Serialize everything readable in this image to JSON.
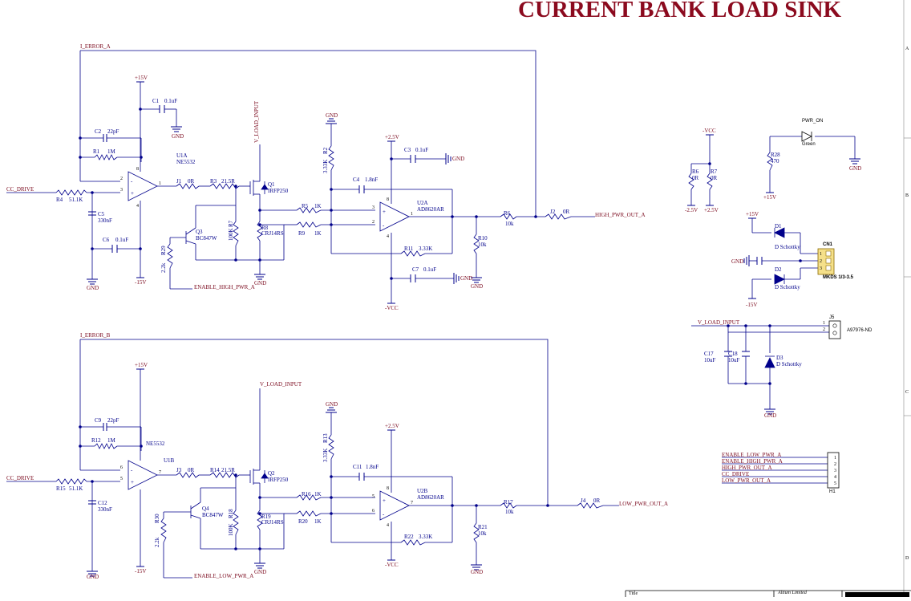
{
  "title": "CURRENT BANK LOAD SINK",
  "colors": {
    "title": "#8b0a1e",
    "wire": "#00008b",
    "net_label": "#7b0a1e",
    "pin_header": "#f5e08a"
  },
  "border_letters": [
    "A",
    "B",
    "C",
    "D"
  ],
  "title_block": {
    "title_label": "Title",
    "company": "Altium Limited"
  },
  "nets": {
    "i_error_a": "I_ERROR_A",
    "i_error_b": "I_ERROR_B",
    "cc_drive": "CC_DRIVE",
    "v_load_input": "V_LOAD_INPUT",
    "high_pwr_out_a": "HIGH_PWR_OUT_A",
    "low_pwr_out_a": "LOW_PWR_OUT_A",
    "enable_high_pwr_a": "ENABLE_HIGH_PWR_A",
    "enable_low_pwr_a": "ENABLE_LOW_PWR_A",
    "gnd": "GND",
    "p15v": "+15V",
    "m15v": "-15V",
    "p25v": "+2.5V",
    "m25v": "-2.5V",
    "vcc": "-VCC",
    "nvcc": "-VCC"
  },
  "parts": {
    "u1a": {
      "ref": "U1A",
      "value": "NE5532"
    },
    "u1b": {
      "ref": "U1B",
      "value": "NE5532"
    },
    "u2a": {
      "ref": "U2A",
      "value": "AD8620AR"
    },
    "u2b": {
      "ref": "U2B",
      "value": "AD8620AR"
    },
    "q1": {
      "ref": "Q1",
      "value": "IRFP250"
    },
    "q2": {
      "ref": "Q2",
      "value": "IRFP250"
    },
    "q3": {
      "ref": "Q3",
      "value": "BC847W"
    },
    "q4": {
      "ref": "Q4",
      "value": "BC847W"
    },
    "c1": {
      "ref": "C1",
      "value": "0.1uF"
    },
    "c2": {
      "ref": "C2",
      "value": "22pF"
    },
    "c3": {
      "ref": "C3",
      "value": "0.1uF"
    },
    "c4": {
      "ref": "C4",
      "value": "1.8nF"
    },
    "c5": {
      "ref": "C5",
      "value": "330nF"
    },
    "c6": {
      "ref": "C6",
      "value": "0.1uF"
    },
    "c7": {
      "ref": "C7",
      "value": "0.1uF"
    },
    "c9": {
      "ref": "C9",
      "value": "22pF"
    },
    "c11": {
      "ref": "C11",
      "value": "1.8nF"
    },
    "c12": {
      "ref": "C12",
      "value": "330nF"
    },
    "c17": {
      "ref": "C17",
      "value": "10uF"
    },
    "c18": {
      "ref": "C18",
      "value": "10uF"
    },
    "r1": {
      "ref": "R1",
      "value": "1M"
    },
    "r2": {
      "ref": "R2",
      "value": "3.33K"
    },
    "r3": {
      "ref": "R3",
      "value": "21.5R"
    },
    "r4": {
      "ref": "R4",
      "value": "51.1K"
    },
    "r5": {
      "ref": "R5",
      "value": "1K"
    },
    "r6": {
      "ref": "R6",
      "value": "10k"
    },
    "r7": {
      "ref": "R7",
      "value": "100K"
    },
    "r8": {
      "ref": "R8",
      "value": "CRJ14RS"
    },
    "r9": {
      "ref": "R9",
      "value": "1K"
    },
    "r10": {
      "ref": "R10",
      "value": "10k"
    },
    "r11": {
      "ref": "R11",
      "value": "3.33K"
    },
    "r12": {
      "ref": "R12",
      "value": "1M"
    },
    "r13": {
      "ref": "R13",
      "value": "3.33K"
    },
    "r14": {
      "ref": "R14",
      "value": "21.5R"
    },
    "r15": {
      "ref": "R15",
      "value": "51.1K"
    },
    "r16": {
      "ref": "R16",
      "value": "1K"
    },
    "r17": {
      "ref": "R17",
      "value": "10k"
    },
    "r18": {
      "ref": "R18",
      "value": "100K"
    },
    "r19": {
      "ref": "R19",
      "value": "CRJ14RS"
    },
    "r20": {
      "ref": "R20",
      "value": "1K"
    },
    "r21": {
      "ref": "R21",
      "value": "10k"
    },
    "r22": {
      "ref": "R22",
      "value": "3.33K"
    },
    "r28": {
      "ref": "R28",
      "value": "470"
    },
    "r29": {
      "ref": "R29",
      "value": "2.2k"
    },
    "r30": {
      "ref": "R30",
      "value": "2.2k"
    },
    "r6b": {
      "ref": "R6",
      "value": "0R"
    },
    "r7b": {
      "ref": "R7",
      "value": "0R"
    },
    "j1": {
      "ref": "J1",
      "value": "0R"
    },
    "j2": {
      "ref": "J2",
      "value": "0R"
    },
    "j3": {
      "ref": "J3",
      "value": "0R"
    },
    "j4": {
      "ref": "J4",
      "value": "0R"
    },
    "d1": {
      "ref": "D1",
      "value": "D Schottky"
    },
    "d2": {
      "ref": "D2",
      "value": "D Schottky"
    },
    "d3": {
      "ref": "D3",
      "value": "D Schottky"
    },
    "led": {
      "ref": "PWR_ON",
      "value": "Green"
    },
    "cn1": {
      "ref": "CN1",
      "value": "MKDS 1/3-3.5"
    },
    "j5": {
      "ref": "J5",
      "value": "A97976-ND"
    },
    "h1": {
      "ref": "H1"
    }
  },
  "h1_signals": [
    "ENABLE_LOW_PWR_A",
    "ENABLE_HIGH_PWR_A",
    "HIGH_PWR_OUT_A",
    "CC_DRIVE",
    "LOW_PWR_OUT_A"
  ],
  "h1_pins": [
    "1",
    "2",
    "3",
    "4",
    "5"
  ],
  "cn1_pins": [
    "1",
    "2",
    "3"
  ],
  "j5_pins": [
    "1",
    "2"
  ],
  "opamp_pins": {
    "u1a": [
      "2",
      "3",
      "1",
      "8",
      "4"
    ],
    "u1b": [
      "6",
      "5",
      "7"
    ],
    "u2a": [
      "3",
      "2",
      "1",
      "8",
      "4"
    ],
    "u2b": [
      "5",
      "6",
      "7",
      "8",
      "4"
    ]
  }
}
